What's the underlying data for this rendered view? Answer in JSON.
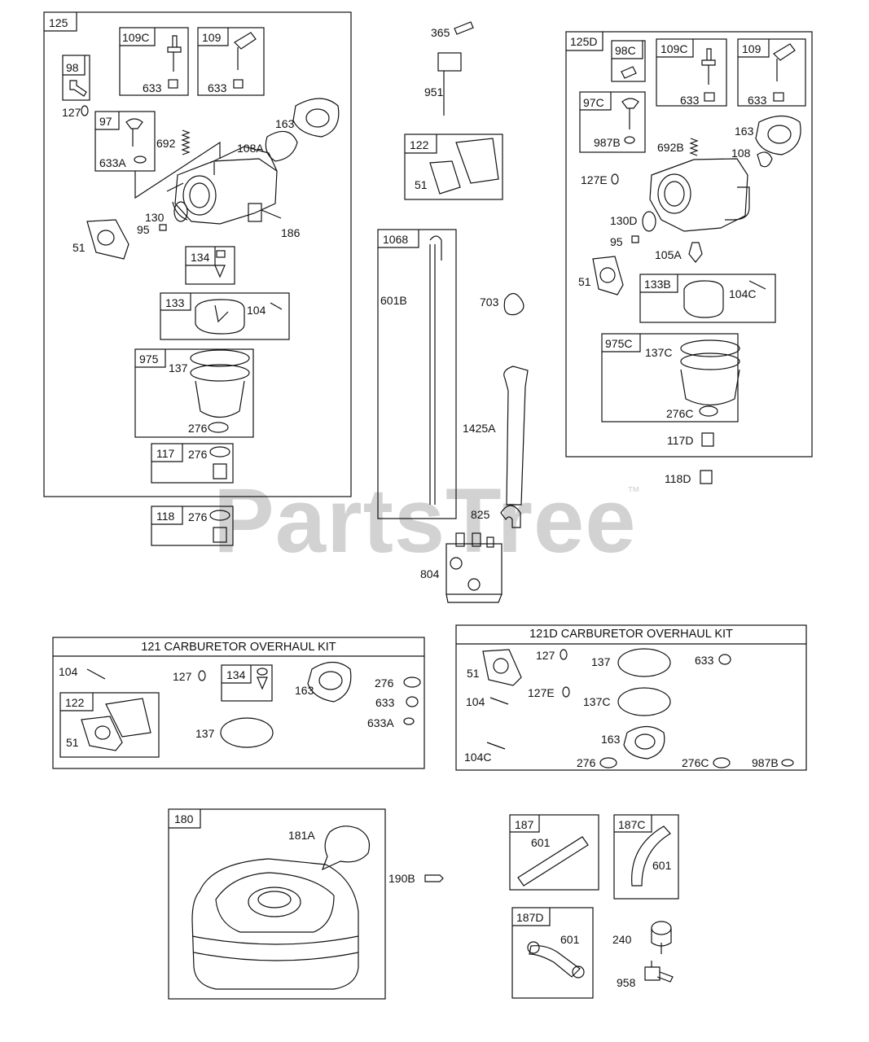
{
  "watermark": {
    "text": "PartsTree",
    "trademark": "™"
  },
  "kits": {
    "k121": "121 CARBURETOR OVERHAUL KIT",
    "k121d": "121D CARBURETOR OVERHAUL KIT"
  },
  "boxes": {
    "b125": "125",
    "b109c": "109C",
    "b109": "109",
    "b98": "98",
    "b97": "97",
    "b134": "134",
    "b133": "133",
    "b975": "975",
    "b117": "117",
    "b118": "118",
    "b122": "122",
    "b1068": "1068",
    "b125d": "125D",
    "b98c": "98C",
    "b109c_d": "109C",
    "b109_d": "109",
    "b97c": "97C",
    "b133b": "133B",
    "b975c": "975C",
    "b134_kit": "134",
    "b122_kit": "122",
    "b180": "180",
    "b187": "187",
    "b187c": "187C",
    "b187d": "187D"
  },
  "labels": {
    "l633_a": "633",
    "l633_b": "633",
    "l127": "127",
    "l692": "692",
    "l108a": "108A",
    "l163": "163",
    "l633a": "633A",
    "l130": "130",
    "l95": "95",
    "l51": "51",
    "l186": "186",
    "l104": "104",
    "l137": "137",
    "l276_a": "276",
    "l276_b": "276",
    "l276_c": "276",
    "l365": "365",
    "l951": "951",
    "l51_122": "51",
    "l601b": "601B",
    "l703": "703",
    "l1425a": "1425A",
    "l825": "825",
    "l804": "804",
    "l633_c": "633",
    "l633_d": "633",
    "l987b": "987B",
    "l692b": "692B",
    "l163_d": "163",
    "l108": "108",
    "l127e": "127E",
    "l130d": "130D",
    "l95_d": "95",
    "l105a": "105A",
    "l51_d": "51",
    "l104c": "104C",
    "l137c": "137C",
    "l276c": "276C",
    "l117d": "117D",
    "l118d": "118D",
    "k104": "104",
    "k127": "127",
    "k163": "163",
    "k276": "276",
    "k633": "633",
    "k633a": "633A",
    "k51": "51",
    "k137": "137",
    "d51": "51",
    "d127": "127",
    "d137": "137",
    "d633": "633",
    "d104": "104",
    "d127e": "127E",
    "d137c": "137C",
    "d163": "163",
    "d104c": "104C",
    "d276": "276",
    "d276c": "276C",
    "d987b": "987B",
    "l181a": "181A",
    "l190b": "190B",
    "l601_187": "601",
    "l601_187c": "601",
    "l601_187d": "601",
    "l240": "240",
    "l958": "958"
  }
}
